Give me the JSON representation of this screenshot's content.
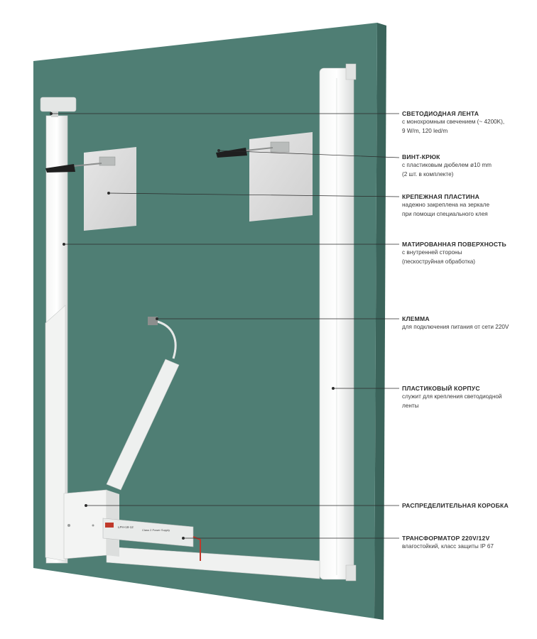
{
  "colors": {
    "mirror": "#4e7d73",
    "mirror_edge": "#3f6a61",
    "background": "#ffffff",
    "leader": "#2b2b2b",
    "profile": "#eef0ef",
    "plate": "#dcdcdc"
  },
  "callouts": [
    {
      "id": "led-strip",
      "title": "СВЕТОДИОДНАЯ ЛЕНТА",
      "desc": [
        "с монохромным свечением (~ 4200K),",
        "9 W/m, 120 led/m"
      ]
    },
    {
      "id": "screw-hook",
      "title": "ВИНТ-КРЮК",
      "desc": [
        "с пластиковым дюбелем ø10 mm",
        "(2 шт. в комплекте)"
      ]
    },
    {
      "id": "mounting-plate",
      "title": "КРЕПЕЖНАЯ ПЛАСТИНА",
      "desc": [
        "надежно закреплена на зеркале",
        "при помощи специального клея"
      ]
    },
    {
      "id": "matte-surface",
      "title": "МАТИРОВАННАЯ ПОВЕРХНОСТЬ",
      "desc": [
        "с внутренней стороны",
        "(пескоструйная обработка)"
      ]
    },
    {
      "id": "terminal",
      "title": "КЛЕММА",
      "desc": [
        "для подключения питания от сети 220V"
      ]
    },
    {
      "id": "plastic-housing",
      "title": "ПЛАСТИКОВЫЙ КОРПУС",
      "desc": [
        "служит для крепления светодиодной",
        "ленты"
      ]
    },
    {
      "id": "junction-box",
      "title": "РАСПРЕДЕЛИТЕЛЬНАЯ КОРОБКА",
      "desc": []
    },
    {
      "id": "transformer",
      "title": "ТРАНСФОРМАТОР 220V/12V",
      "desc": [
        "влагостойкий, класс защиты IP 67"
      ]
    }
  ],
  "transformer_label": {
    "model": "LPH-18-12",
    "text": "Class 2 Power Supply"
  }
}
